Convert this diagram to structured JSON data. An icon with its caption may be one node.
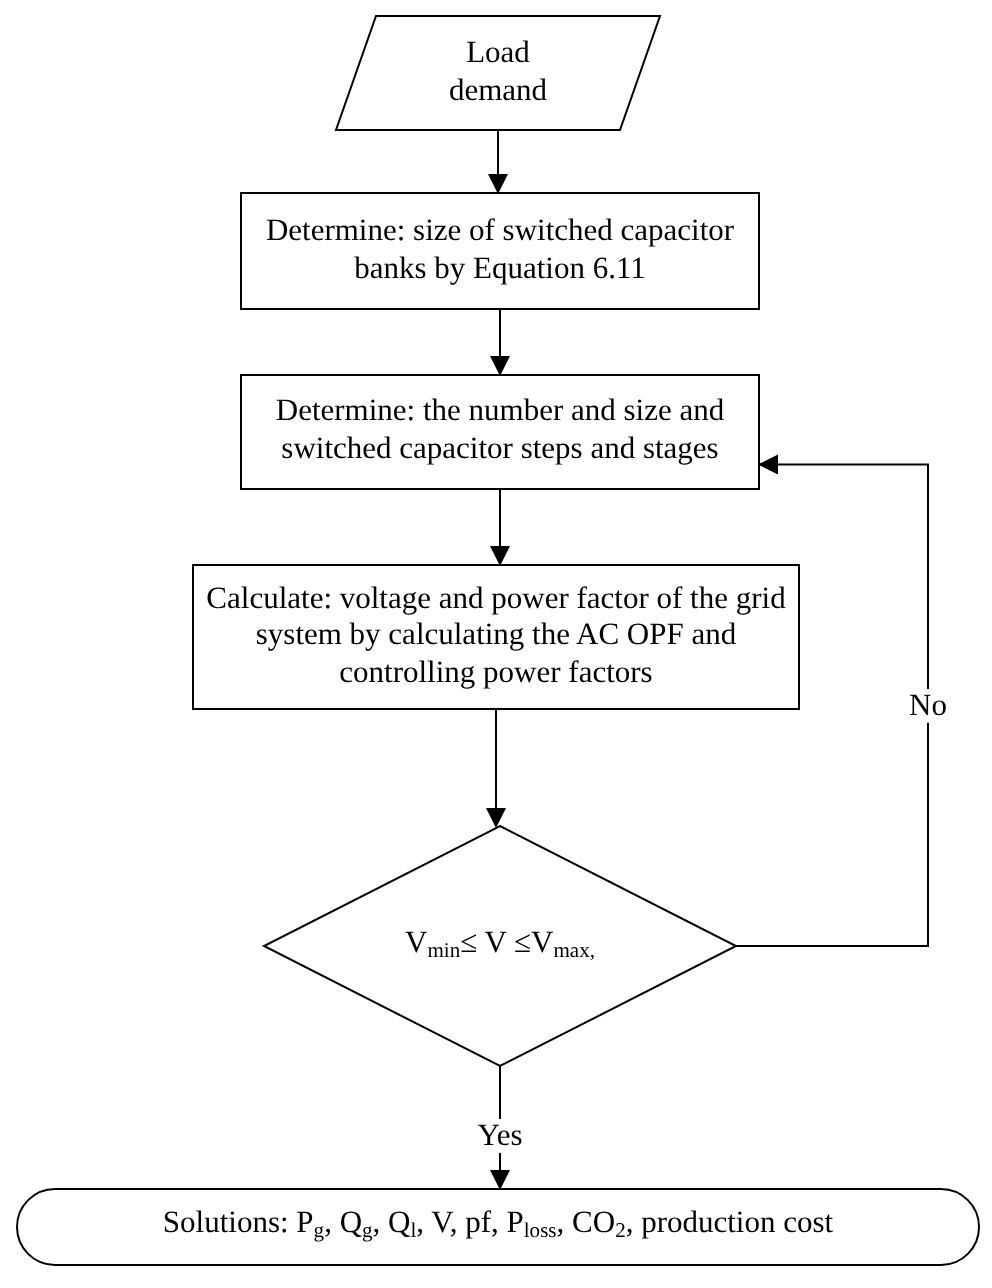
{
  "diagram": {
    "nodes": [
      {
        "text": [
          "Load demand"
        ]
      },
      {
        "text": [
          "Determine: size of switched capacitor banks by Equation 6.11"
        ]
      },
      {
        "text": [
          "Determine:  the number and size and switched capacitor steps and stages"
        ]
      },
      {
        "text": [
          "Calculate: voltage and power factor of the grid system by calculating the AC OPF and controlling power factors"
        ]
      },
      {
        "text": [
          "V$_{min}$≤ V ≤V$_{max,}$"
        ]
      },
      {
        "text": [
          "Solutions: P$_{g}$, Q$_{g}$, Q$_{l}$, V, pf, P$_{loss}$, CO$_{2}$, production cost"
        ]
      }
    ],
    "edges": [
      {
        "from": 0,
        "to": 1,
        "arrow": "to"
      },
      {
        "from": 1,
        "to": 2,
        "arrow": "to"
      },
      {
        "from": 2,
        "to": 3,
        "arrow": "to"
      },
      {
        "from": 3,
        "to": 4,
        "arrow": "to"
      },
      {
        "from": 4,
        "to": 5,
        "arrow": "to",
        "label": "Yes"
      },
      {
        "from": 4,
        "to": 2,
        "arrow": "to",
        "label": "No"
      }
    ]
  }
}
